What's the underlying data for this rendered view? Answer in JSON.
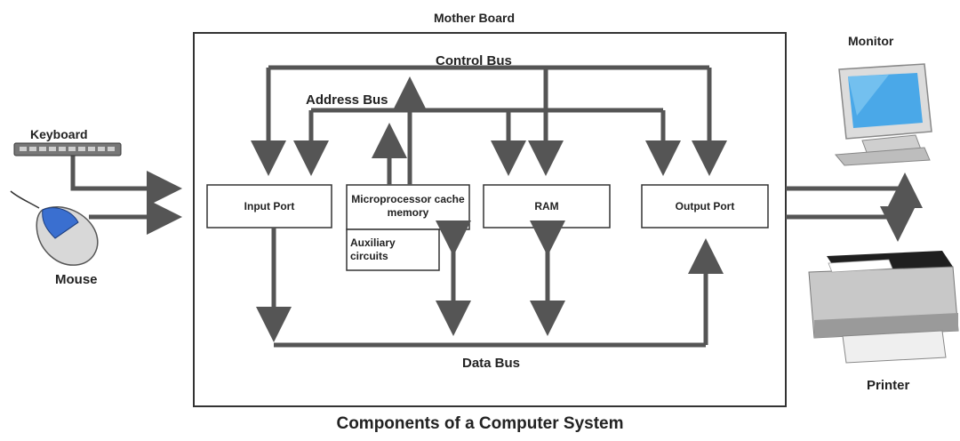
{
  "diagram": {
    "title": "Components of a Computer System",
    "motherboard_label": "Mother Board",
    "buses": {
      "control": "Control Bus",
      "address": "Address Bus",
      "data": "Data Bus"
    },
    "components": {
      "input_port": "Input Port",
      "microprocessor": "Microprocessor cache memory",
      "auxiliary": "Auxiliary circuits",
      "ram": "RAM",
      "output_port": "Output Port"
    },
    "peripherals": {
      "keyboard": "Keyboard",
      "mouse": "Mouse",
      "monitor": "Monitor",
      "printer": "Printer"
    },
    "colors": {
      "bus": "#555555",
      "border": "#333333",
      "monitor_screen": "#4aa8e8",
      "mouse_body": "#3a6fd0"
    }
  }
}
